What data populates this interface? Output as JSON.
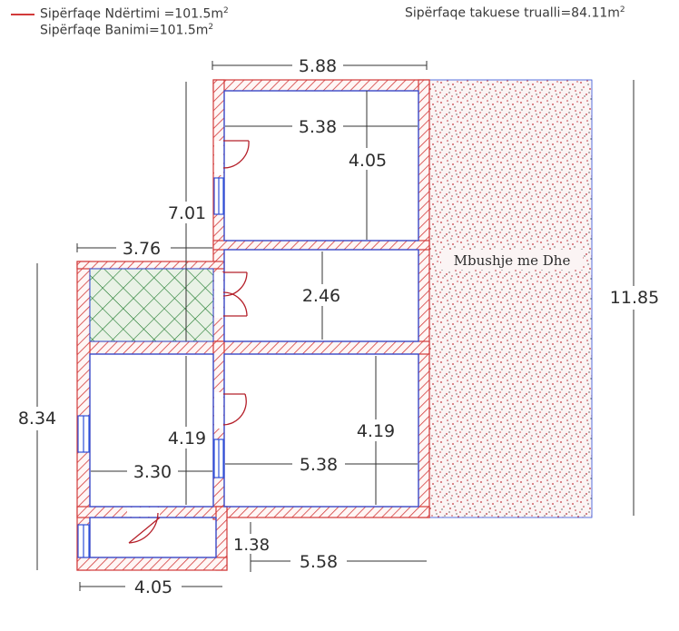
{
  "legend": {
    "ndertimi": "Sipërfaqe Ndërtimi =101.5",
    "banimi": "Sipërfaqe Banimi=101.5",
    "trualli": "Sipërfaqe takuese trualli=84.11",
    "unit": "m",
    "exp": "2",
    "line_color": "#d23a3a"
  },
  "labels": {
    "fill_area": "Mbushje me Dhe"
  },
  "dimensions": {
    "top_width": "5.88",
    "room1_width": "5.38",
    "room1_height": "4.05",
    "left_height": "7.01",
    "terrace_width": "3.76",
    "corridor_height": "2.46",
    "total_height": "11.85",
    "left_total_height": "8.34",
    "room3_height": "4.19",
    "room4_height": "4.19",
    "room3_width": "3.30",
    "room4_width": "5.38",
    "step_height": "1.38",
    "bottom_right_width": "5.58",
    "bottom_left_width": "4.05"
  },
  "colors": {
    "wall": "#d23a3a",
    "inner": "#2f4fd8",
    "hatch_green": "#1f7a2c",
    "dots": "#c0303a"
  }
}
